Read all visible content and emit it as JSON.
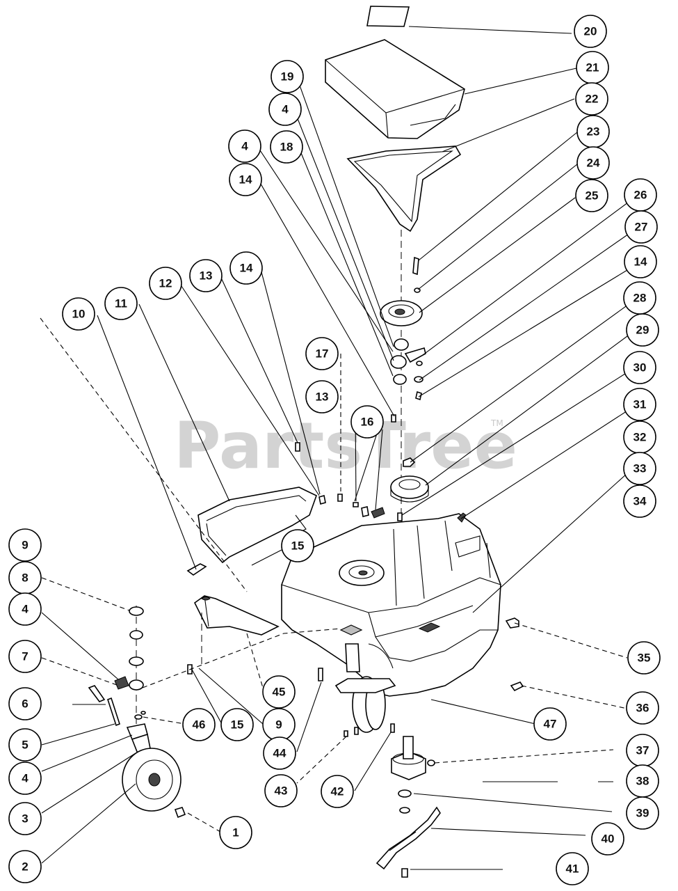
{
  "watermark": {
    "text": "PartsTree",
    "trademark": "TM"
  },
  "callouts": [
    {
      "id": "c20",
      "label": "20"
    },
    {
      "id": "c21",
      "label": "21"
    },
    {
      "id": "c22",
      "label": "22"
    },
    {
      "id": "c23",
      "label": "23"
    },
    {
      "id": "c24",
      "label": "24"
    },
    {
      "id": "c25",
      "label": "25"
    },
    {
      "id": "c26",
      "label": "26"
    },
    {
      "id": "c27",
      "label": "27"
    },
    {
      "id": "c14r",
      "label": "14"
    },
    {
      "id": "c28",
      "label": "28"
    },
    {
      "id": "c29",
      "label": "29"
    },
    {
      "id": "c30",
      "label": "30"
    },
    {
      "id": "c31",
      "label": "31"
    },
    {
      "id": "c32",
      "label": "32"
    },
    {
      "id": "c33",
      "label": "33"
    },
    {
      "id": "c34",
      "label": "34"
    },
    {
      "id": "c35",
      "label": "35"
    },
    {
      "id": "c36",
      "label": "36"
    },
    {
      "id": "c37",
      "label": "37"
    },
    {
      "id": "c38",
      "label": "38"
    },
    {
      "id": "c39",
      "label": "39"
    },
    {
      "id": "c40",
      "label": "40"
    },
    {
      "id": "c41",
      "label": "41"
    },
    {
      "id": "c47",
      "label": "47"
    },
    {
      "id": "c19",
      "label": "19"
    },
    {
      "id": "c4a",
      "label": "4"
    },
    {
      "id": "c18",
      "label": "18"
    },
    {
      "id": "c4b",
      "label": "4"
    },
    {
      "id": "c14a",
      "label": "14"
    },
    {
      "id": "c14b",
      "label": "14"
    },
    {
      "id": "c13a",
      "label": "13"
    },
    {
      "id": "c12",
      "label": "12"
    },
    {
      "id": "c11",
      "label": "11"
    },
    {
      "id": "c10",
      "label": "10"
    },
    {
      "id": "c17",
      "label": "17"
    },
    {
      "id": "c13b",
      "label": "13"
    },
    {
      "id": "c16",
      "label": "16"
    },
    {
      "id": "c15a",
      "label": "15"
    },
    {
      "id": "c9a",
      "label": "9"
    },
    {
      "id": "c8",
      "label": "8"
    },
    {
      "id": "c4c",
      "label": "4"
    },
    {
      "id": "c7",
      "label": "7"
    },
    {
      "id": "c6",
      "label": "6"
    },
    {
      "id": "c5",
      "label": "5"
    },
    {
      "id": "c4d",
      "label": "4"
    },
    {
      "id": "c3",
      "label": "3"
    },
    {
      "id": "c2",
      "label": "2"
    },
    {
      "id": "c1",
      "label": "1"
    },
    {
      "id": "c46",
      "label": "46"
    },
    {
      "id": "c15b",
      "label": "15"
    },
    {
      "id": "c9b",
      "label": "9"
    },
    {
      "id": "c45",
      "label": "45"
    },
    {
      "id": "c44",
      "label": "44"
    },
    {
      "id": "c43",
      "label": "43"
    },
    {
      "id": "c42",
      "label": "42"
    }
  ]
}
